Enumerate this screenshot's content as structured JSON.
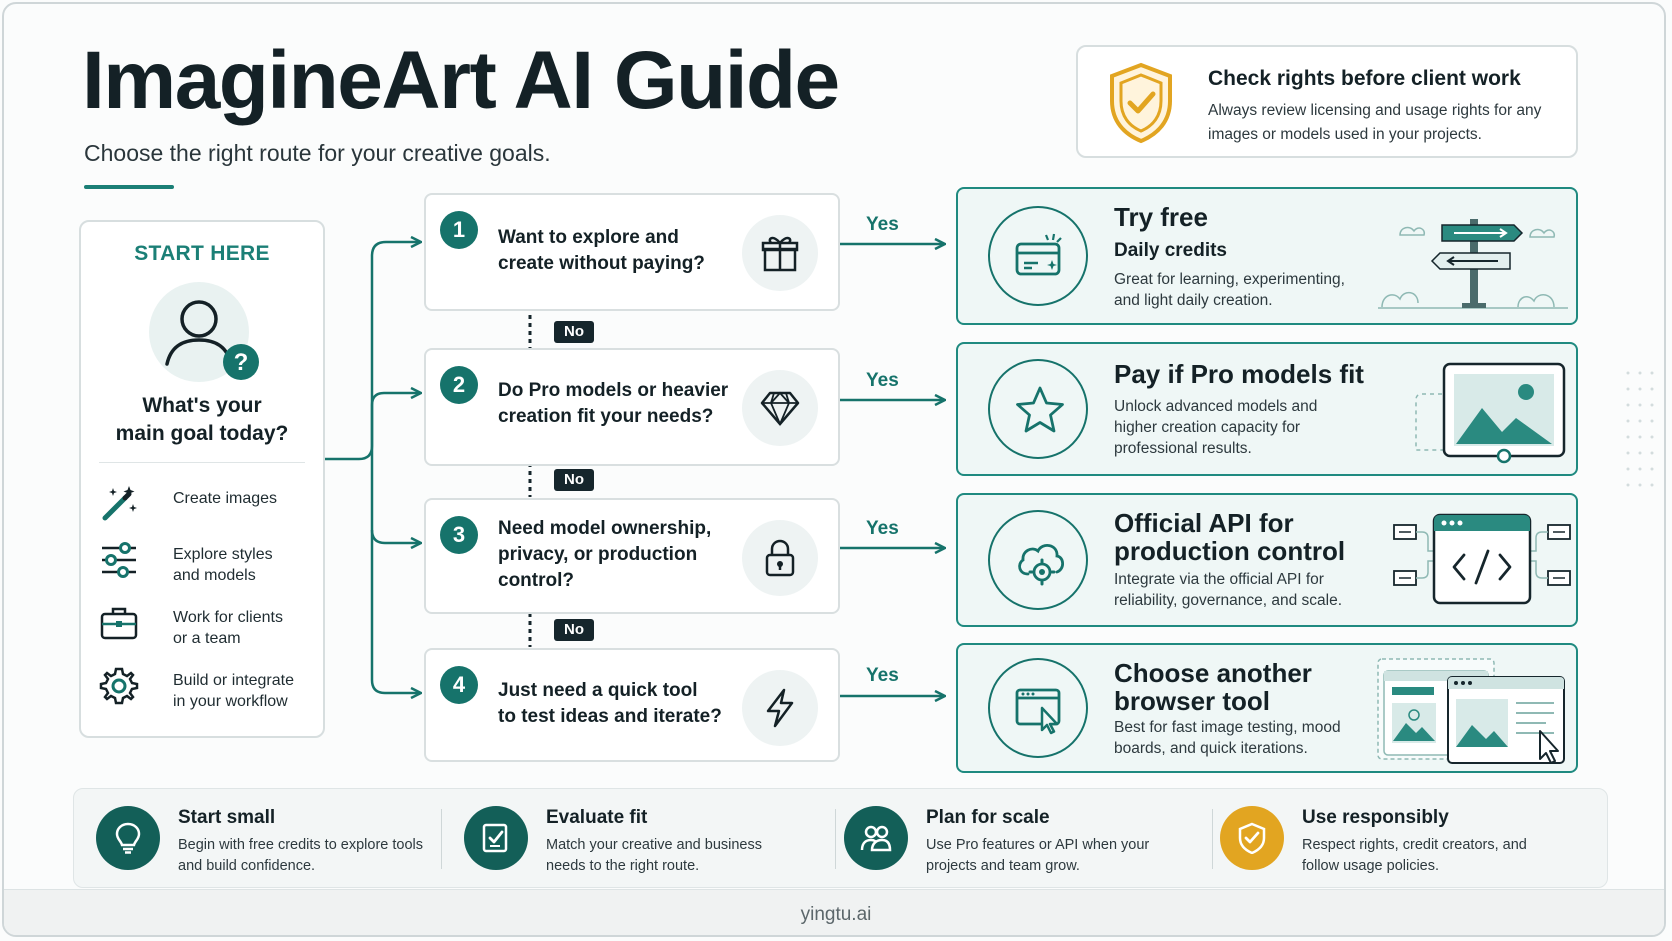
{
  "header": {
    "title": "ImagineArt AI Guide",
    "subtitle": "Choose the right route for your creative goals."
  },
  "notice": {
    "title": "Check rights before client work",
    "text": "Always review licensing and usage rights for any images or models used in your projects."
  },
  "start": {
    "heading": "START HERE",
    "question_line1": "What's your",
    "question_line2": "main goal today?",
    "options": [
      {
        "line1": "Create images",
        "line2": "",
        "icon": "magic-wand-icon"
      },
      {
        "line1": "Explore styles",
        "line2": "and models",
        "icon": "sliders-icon"
      },
      {
        "line1": "Work for clients",
        "line2": "or a team",
        "icon": "briefcase-icon"
      },
      {
        "line1": "Build or integrate",
        "line2": "in your workflow",
        "icon": "gear-icon"
      }
    ]
  },
  "questions": [
    {
      "num": "1",
      "line1": "Want to explore and",
      "line2": "create without paying?",
      "line3": "",
      "icon": "gift-icon"
    },
    {
      "num": "2",
      "line1": "Do Pro models or heavier",
      "line2": "creation fit your needs?",
      "line3": "",
      "icon": "diamond-icon"
    },
    {
      "num": "3",
      "line1": "Need model ownership,",
      "line2": "privacy, or production",
      "line3": "control?",
      "icon": "lock-icon"
    },
    {
      "num": "4",
      "line1": "Just need a quick tool",
      "line2": "to test ideas and iterate?",
      "line3": "",
      "icon": "lightning-icon"
    }
  ],
  "labels": {
    "yes": "Yes",
    "no": "No"
  },
  "results": [
    {
      "title1": "Try free",
      "title2": "",
      "subtitle": "Daily credits",
      "text": "Great for learning, experimenting, and light daily creation.",
      "icon": "credit-card-icon"
    },
    {
      "title1": "Pay if Pro models fit",
      "title2": "",
      "subtitle": "",
      "text": "Unlock advanced models and higher creation capacity for professional results.",
      "icon": "star-icon"
    },
    {
      "title1": "Official API for",
      "title2": "production control",
      "subtitle": "",
      "text": "Integrate via the official API for reliability, governance, and scale.",
      "icon": "cloud-gear-icon"
    },
    {
      "title1": "Choose another",
      "title2": "browser tool",
      "subtitle": "",
      "text": "Best for fast image testing, mood boards, and quick iterations.",
      "icon": "browser-cursor-icon"
    }
  ],
  "tips": [
    {
      "title": "Start small",
      "text": "Begin with free credits to explore tools and build confidence.",
      "icon": "lightbulb-icon"
    },
    {
      "title": "Evaluate fit",
      "text": "Match your creative and business needs to the right route.",
      "icon": "checklist-icon"
    },
    {
      "title": "Plan for scale",
      "text": "Use Pro features or API when your projects and team grow.",
      "icon": "team-icon"
    },
    {
      "title": "Use responsibly",
      "text": "Respect rights, credit creators, and follow usage policies.",
      "icon": "shield-check-icon"
    }
  ],
  "footer": "yingtu.ai",
  "colors": {
    "teal": "#16736b",
    "dark": "#142126",
    "gold": "#e2a521",
    "result_bg": "#eff7f6"
  }
}
